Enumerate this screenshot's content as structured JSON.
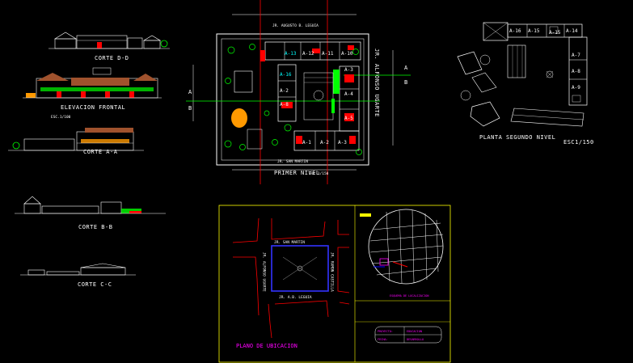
{
  "palette": {
    "background": "#000000",
    "white": "#ffffff",
    "red": "#ff0000",
    "green": "#00ff00",
    "yellow": "#ffff00",
    "magenta": "#ff00ff",
    "blue": "#0000ff",
    "cyan": "#00ffff",
    "orange": "#ff9900",
    "brown": "#a0522d"
  },
  "left_drawings": {
    "corte_d": "CORTE D-D",
    "elevacion": "ELEVACION FRONTAL",
    "elevacion_scale": "ESC.1/100",
    "corte_a": "CORTE A-A",
    "corte_b": "CORTE B-B",
    "corte_c": "CORTE C-C"
  },
  "first_floor": {
    "street_top": "JR. AUGUSTO B. LEGUIA",
    "street_right": "JR. ALFONSO UGARTE",
    "street_bottom": "JR. SAN MARTIN",
    "title": "PRIMER NIVEL",
    "scale": "Esc 1/150",
    "cut_a_left": "A",
    "cut_b_left": "B",
    "cut_a_right": "A",
    "cut_b_right": "B",
    "rooms": {
      "a13": "A-13",
      "a12": "A-12",
      "a11": "A-11",
      "a10": "A-10",
      "a16": "A-16",
      "a2": "A-2",
      "a3": "A-3",
      "a4": "A-4",
      "a5": "A-5",
      "a8": "A-8",
      "a1": "A-1",
      "a2b": "A-2",
      "a3b": "A-3"
    }
  },
  "second_floor": {
    "title": "PLANTA SEGUNDO NIVEL",
    "scale": "ESC1/150",
    "rooms": {
      "a16": "A-16",
      "a15a": "A-15",
      "a15b": "A-15",
      "a14": "A-14",
      "a7": "A-7",
      "a8": "A-8",
      "a9": "A-9"
    }
  },
  "location_plan": {
    "title": "PLANO DE UBICACION",
    "street_top": "JR. SAN MARTIN",
    "street_left": "JR. ALFONSO UGARTE",
    "street_right": "JR. RAMON CASTILLA",
    "street_bottom": "JR. A.B. LEGUIA",
    "microlocation_caption": "ESQUEMA DE LOCALIZACION",
    "table_row1_label": "PROYECTO:",
    "table_row1_value": "EDUCACION",
    "table_row2_label": "FECHA:",
    "table_row2_value": "DESARROLLO"
  }
}
